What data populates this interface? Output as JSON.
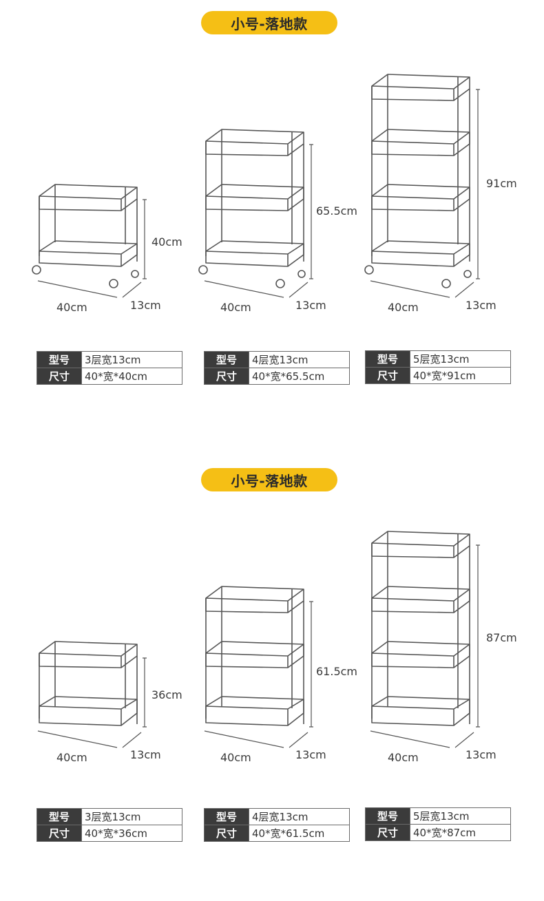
{
  "sections": [
    {
      "title": "小号-落地款",
      "products": [
        {
          "height_label": "40cm",
          "width_label": "40cm",
          "depth_label": "13cm",
          "spec": [
            {
              "key": "型号",
              "value": "3层宽13cm"
            },
            {
              "key": "尺寸",
              "value": "40*宽*40cm"
            }
          ]
        },
        {
          "height_label": "65.5cm",
          "width_label": "40cm",
          "depth_label": "13cm",
          "spec": [
            {
              "key": "型号",
              "value": "4层宽13cm"
            },
            {
              "key": "尺寸",
              "value": "40*宽*65.5cm"
            }
          ]
        },
        {
          "height_label": "91cm",
          "width_label": "40cm",
          "depth_label": "13cm",
          "spec": [
            {
              "key": "型号",
              "value": "5层宽13cm"
            },
            {
              "key": "尺寸",
              "value": "40*宽*91cm"
            }
          ]
        }
      ]
    },
    {
      "title": "小号-落地款",
      "products": [
        {
          "height_label": "36cm",
          "width_label": "40cm",
          "depth_label": "13cm",
          "spec": [
            {
              "key": "型号",
              "value": "3层宽13cm"
            },
            {
              "key": "尺寸",
              "value": "40*宽*36cm"
            }
          ]
        },
        {
          "height_label": "61.5cm",
          "width_label": "40cm",
          "depth_label": "13cm",
          "spec": [
            {
              "key": "型号",
              "value": "4层宽13cm"
            },
            {
              "key": "尺寸",
              "value": "40*宽*61.5cm"
            }
          ]
        },
        {
          "height_label": "87cm",
          "width_label": "40cm",
          "depth_label": "13cm",
          "spec": [
            {
              "key": "型号",
              "value": "5层宽13cm"
            },
            {
              "key": "尺寸",
              "value": "40*宽*87cm"
            }
          ]
        }
      ]
    }
  ],
  "colors": {
    "pill": "#f5bf15",
    "label_bg": "#3b3b3b",
    "outline": "#555555"
  },
  "icon_names": [
    "shelf-cart-3-tier",
    "shelf-cart-4-tier",
    "shelf-cart-5-tier"
  ]
}
